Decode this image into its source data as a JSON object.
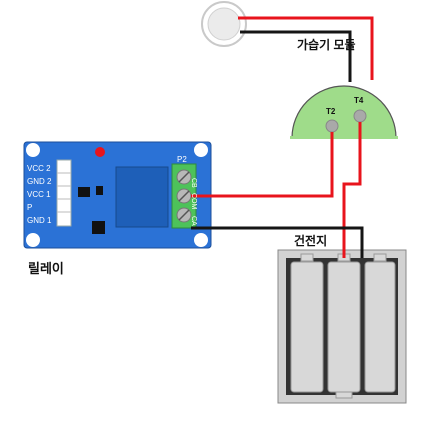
{
  "labels": {
    "humidifier_module": "가습기 모듈",
    "terminal_t2": "T2",
    "terminal_t4": "T4",
    "relay": "릴레이",
    "battery": "건전지"
  },
  "relay_board": {
    "header": "P2",
    "pins": [
      "VCC 2",
      "GND 2",
      "VCC 1",
      "P",
      "GND 1"
    ],
    "terminals": [
      "CB",
      "COM",
      "CA"
    ]
  },
  "colors": {
    "wire_red": "#e8141c",
    "wire_black": "#151515",
    "module_green": "#9fdc8a",
    "board_blue": "#2b72d6",
    "relay_body": "#1e5fb8",
    "terminal_green": "#4dc25a",
    "led_red": "#e8141c"
  }
}
